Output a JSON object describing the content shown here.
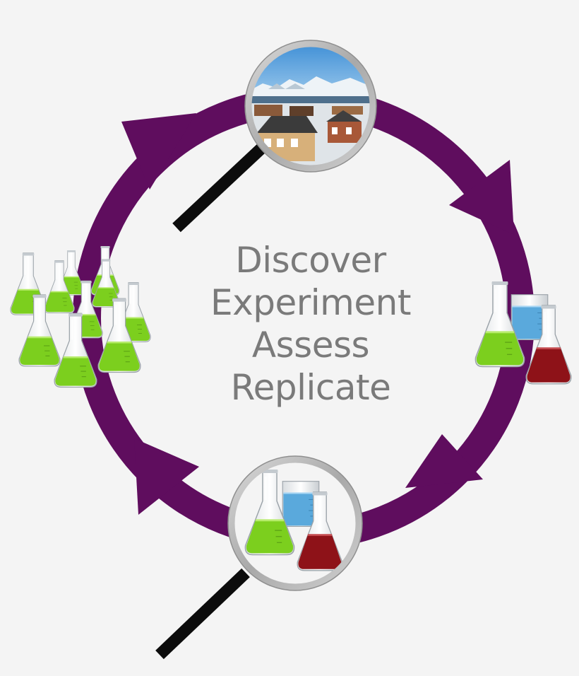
{
  "cycle_steps": [
    "Discover",
    "Experiment",
    "Assess",
    "Replicate"
  ],
  "colors": {
    "cycle_arrow": "#5f0d5e",
    "center_text": "#7a7a7a",
    "background": "#f4f4f4",
    "green_liquid": "#7ccf1e",
    "blue_liquid": "#5aa9dc",
    "red_liquid": "#8e1218",
    "lens_rim": "#b5b5b5",
    "handle": "#0c0c0c"
  },
  "icons": {
    "top": "magnifier-town-icon",
    "right": "flask-set-icon",
    "bottom": "magnifier-flask-set-icon",
    "left": "flask-group-icon"
  }
}
